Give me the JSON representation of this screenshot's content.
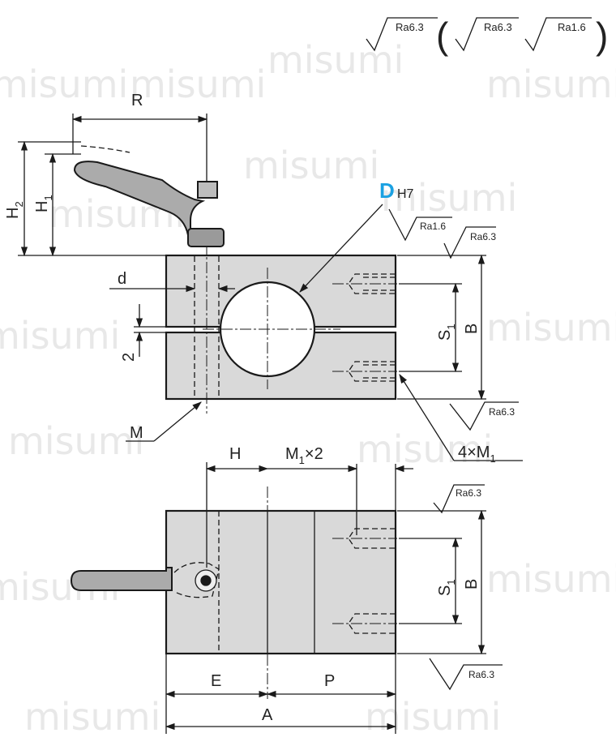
{
  "watermark": "misumi",
  "finish": {
    "main": "Ra6.3",
    "paren_1": "Ra6.3",
    "paren_2": "Ra1.6",
    "bore": "Ra1.6",
    "side_1": "Ra6.3",
    "side_2": "Ra6.3",
    "side_3": "Ra6.3",
    "side_4": "Ra6.3"
  },
  "dimensions": {
    "R": "R",
    "H2": "H",
    "H2_sub": "2",
    "H1": "H",
    "H1_sub": "1",
    "D": "D",
    "D_tol": "H7",
    "d": "d",
    "slit": "2",
    "S1_top": "S",
    "S1_top_sub": "1",
    "B_top": "B",
    "M": "M",
    "M1_tap": "4×M",
    "M1_tap_sub": "1",
    "H": "H",
    "M1x2": "M",
    "M1x2_sub": "1",
    "M1x2_mult": "×2",
    "S1_bottom": "S",
    "S1_bottom_sub": "1",
    "B_bottom": "B",
    "E": "E",
    "P": "P",
    "A": "A"
  },
  "colors": {
    "accent_D": "#1ba1e2",
    "body_fill": "#d9d9d9",
    "lever_fill": "#9a9a9a",
    "line": "#1a1a1a"
  }
}
